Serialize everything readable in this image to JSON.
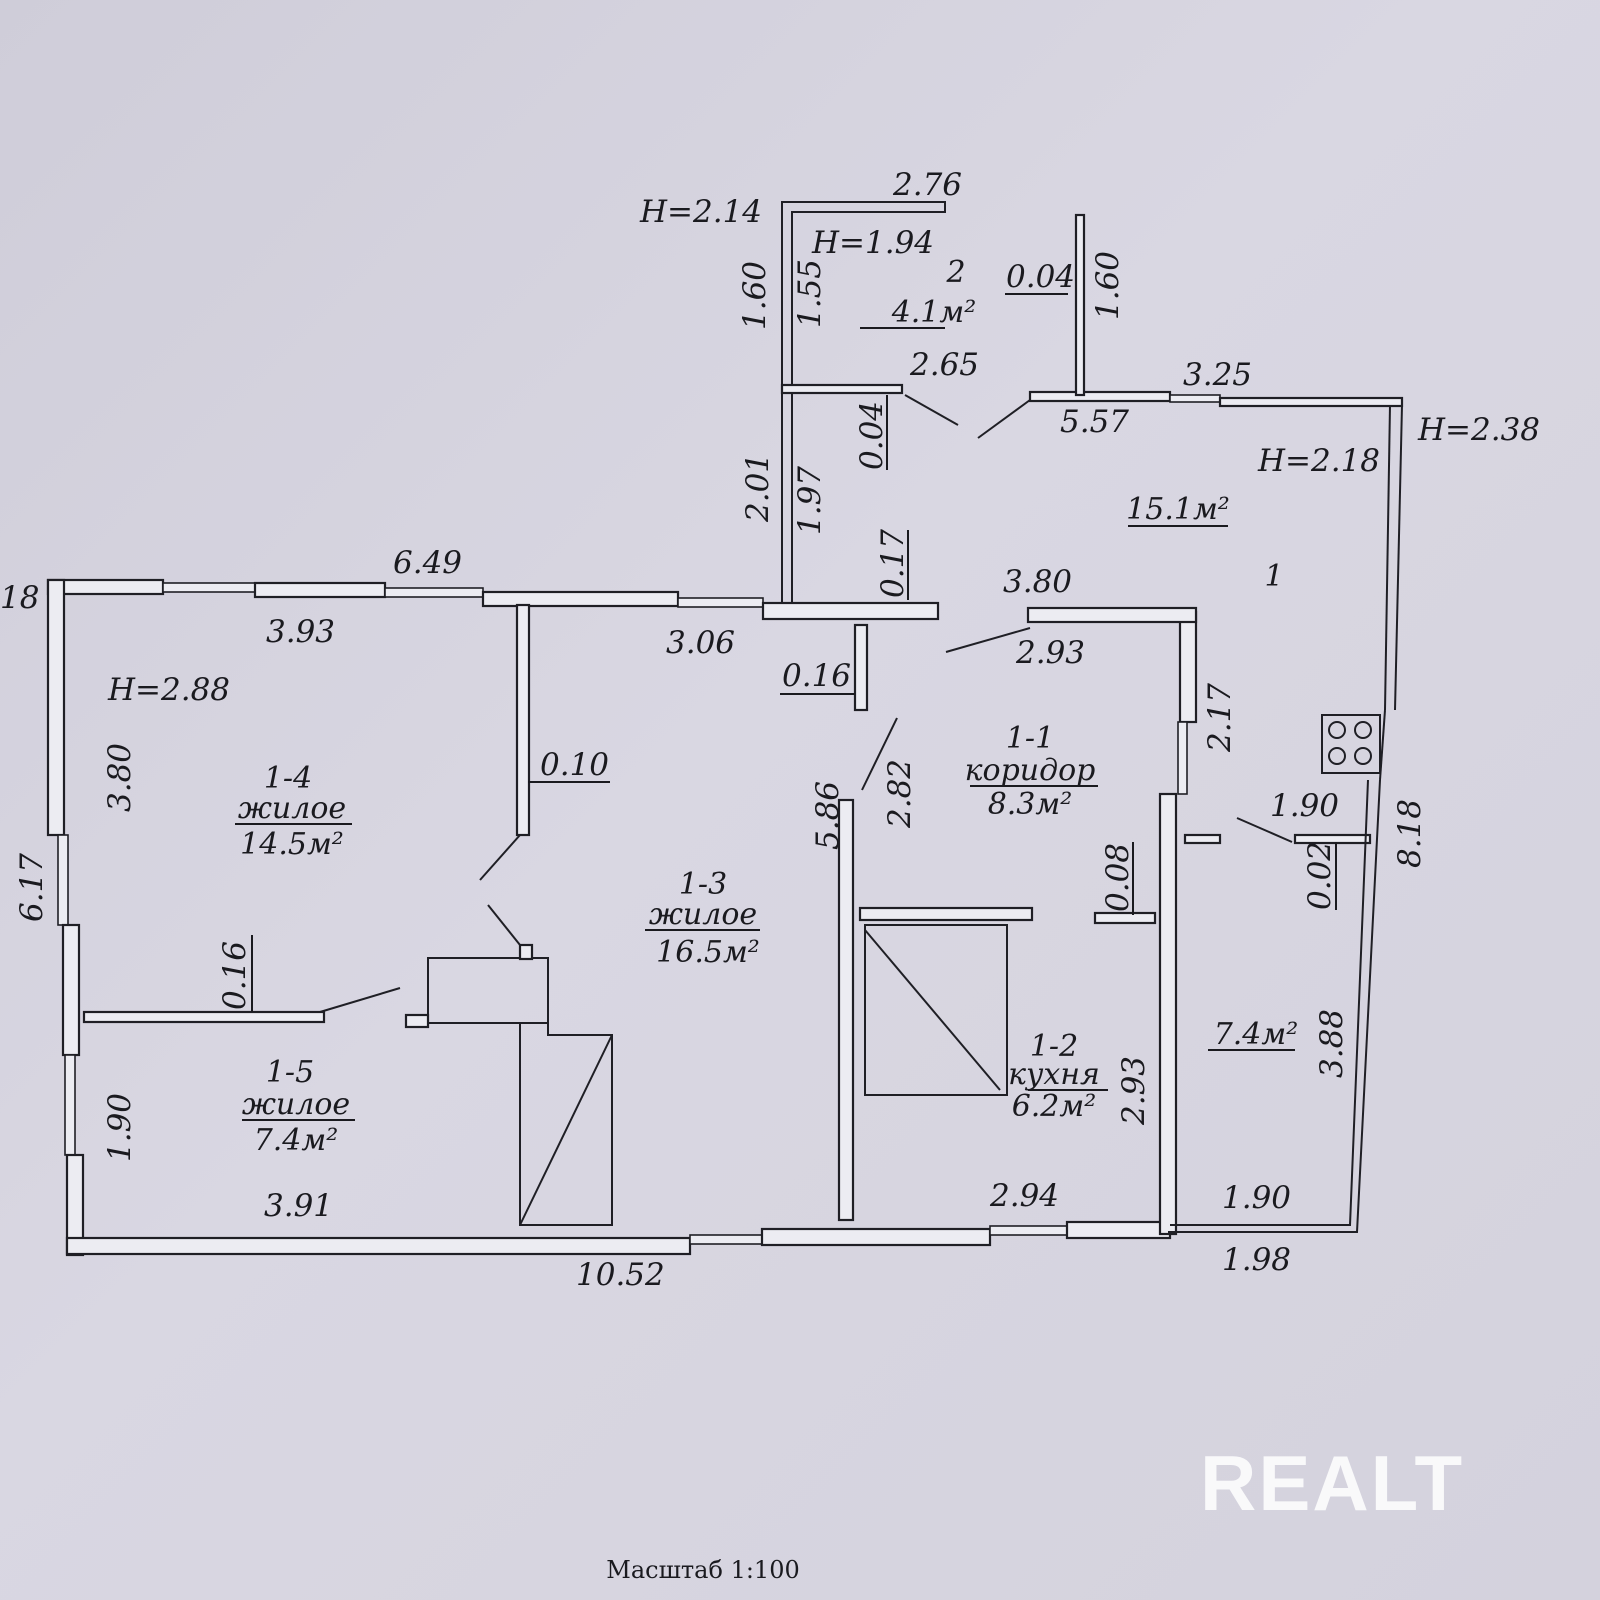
{
  "scale": "Масштаб 1:100",
  "watermark": "REALT",
  "rooms": {
    "r1": {
      "number": "1",
      "area": "15.1м²",
      "height": "H=2.18"
    },
    "r2": {
      "number": "2",
      "area": "4.1м²",
      "height": "H=1.94"
    },
    "r11": {
      "number": "1-1",
      "name": "коридор",
      "area": "8.3м²"
    },
    "r12": {
      "number": "1-2",
      "name": "кухня",
      "area": "6.2м²"
    },
    "r13": {
      "number": "1-3",
      "name": "жилое",
      "area": "16.5м²"
    },
    "r14": {
      "number": "1-4",
      "name": "жилое",
      "area": "14.5м²",
      "height": "H=2.88"
    },
    "r15": {
      "number": "1-5",
      "name": "жилое",
      "area": "7.4м²"
    },
    "side": {
      "area": "7.4м²"
    }
  },
  "heights": {
    "h214": "H=2.14",
    "h238": "H=2.38"
  },
  "dims": {
    "d276": "2.76",
    "d160a": "1.60",
    "d155": "1.55",
    "d004a": "0.04",
    "d160b": "1.60",
    "d265": "2.65",
    "d325": "3.25",
    "d557": "5.57",
    "d004b": "0.04",
    "d201": "2.01",
    "d197": "1.97",
    "d017": "0.17",
    "d649": "6.49",
    "d393": "3.93",
    "d306": "3.06",
    "d380a": "3.80",
    "d293a": "2.93",
    "d016a": "0.16",
    "d217": "2.17",
    "d010": "0.10",
    "d380b": "3.80",
    "d617": "6.17",
    "d586": "5.86",
    "d282": "2.82",
    "d190a": "1.90",
    "d002": "0.02",
    "d818": "8.18",
    "d008": "0.08",
    "d016b": "0.16",
    "d388": "3.88",
    "d293b": "2.93",
    "d190b": "1.90",
    "d391": "3.91",
    "d294": "2.94",
    "d190c": "1.90",
    "d1052": "10.52",
    "d198": "1.98",
    "d18": "18"
  }
}
